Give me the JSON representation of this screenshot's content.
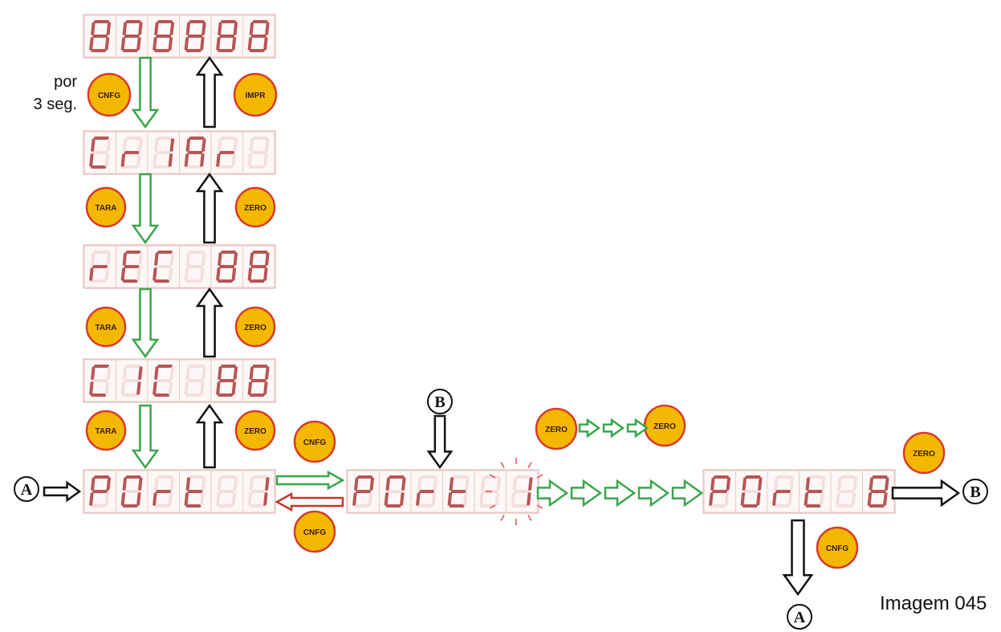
{
  "note": {
    "line1": "por",
    "line2": "3 seg."
  },
  "caption": "Imagem 045",
  "connectors": {
    "a": "A",
    "b": "B"
  },
  "buttons": {
    "cnfg": "CNFG",
    "impr": "IMPR",
    "tara": "TARA",
    "zero": "ZERO"
  },
  "displays": {
    "all_segments": [
      "8",
      "8",
      "8",
      "8",
      "8",
      "8"
    ],
    "calibration": [
      "C",
      "r",
      "I",
      "A",
      "r",
      " "
    ],
    "rec": [
      "r",
      "E",
      "C",
      " ",
      "8",
      "8"
    ],
    "cic": [
      "C",
      "I",
      "C",
      " ",
      "8",
      "8"
    ],
    "port_initial": [
      "P",
      "0",
      "r",
      "t",
      " ",
      "1"
    ],
    "port_blinking": [
      "P",
      "0",
      "r",
      "t",
      " ",
      "1"
    ],
    "port_last": [
      "P",
      "0",
      "r",
      "t",
      " ",
      "8"
    ]
  },
  "colors": {
    "segment_on": "#b85555",
    "segment_off": "#f5dede",
    "display_border": "#e8c8c8",
    "button_fill": "#f5b800",
    "button_ring": "#d93a2b",
    "arrow_green": "#3aa64a",
    "arrow_red": "#c0392b",
    "arrow_black": "#111111"
  }
}
